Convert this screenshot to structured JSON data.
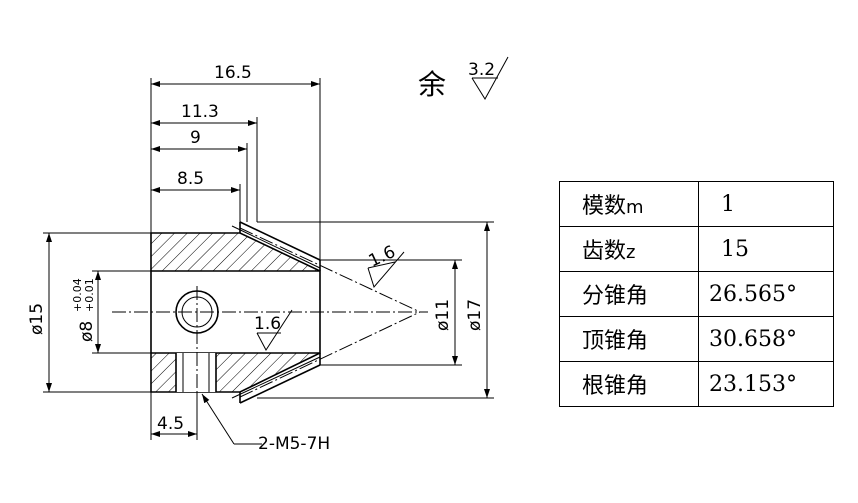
{
  "drawing": {
    "dimensions": {
      "d165": "16.5",
      "d113": "11.3",
      "d9": "9",
      "d85": "8.5",
      "d45": "4.5",
      "phi15": "ø15",
      "phi8": "ø8",
      "phi8_tol_upper": "+0.04",
      "phi8_tol_lower": "+0.01",
      "phi11": "ø11",
      "phi17": "ø17"
    },
    "roughness": {
      "rest_label": "余",
      "rest_value": "3.2",
      "cone": "1.6",
      "bore": "1.6"
    },
    "thread_note": "2-M5-7H"
  },
  "table": {
    "rows": [
      {
        "key": "模数",
        "sym": "m",
        "value": "1"
      },
      {
        "key": "齿数",
        "sym": "z",
        "value": "15"
      },
      {
        "key": "分锥角",
        "sym": "",
        "value": "26.565°"
      },
      {
        "key": "顶锥角",
        "sym": "",
        "value": "30.658°"
      },
      {
        "key": "根锥角",
        "sym": "",
        "value": "23.153°"
      }
    ]
  }
}
